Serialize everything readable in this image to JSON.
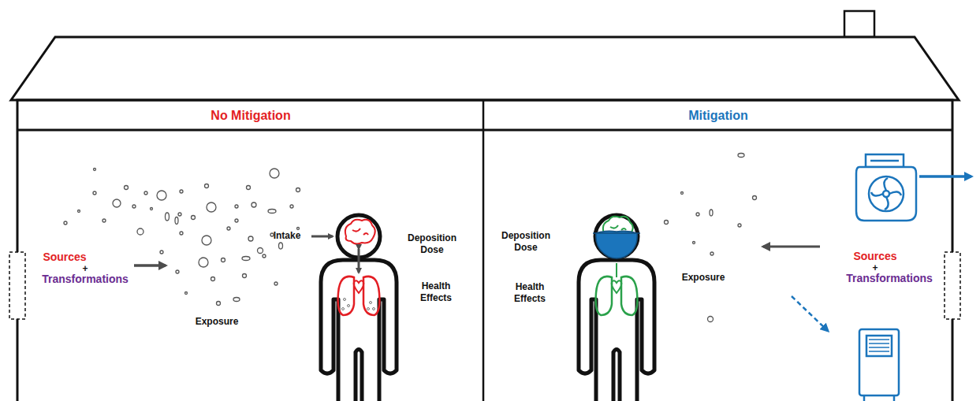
{
  "diagram": {
    "nodes": [
      {
        "text": [
          "No Mitigation"
        ]
      },
      {
        "text": [
          "Mitigation"
        ]
      }
    ],
    "labels": [
      "Sources",
      "+",
      "Transformations",
      "Exposure",
      "Intake",
      "Deposition Dose",
      "Health Effects",
      "Deposition Dose",
      "Health Effects",
      "Exposure",
      "Sources",
      "+",
      "Transformations"
    ]
  }
}
